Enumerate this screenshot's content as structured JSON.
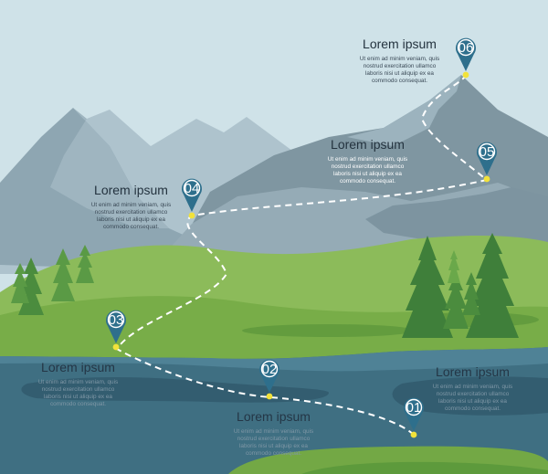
{
  "colors": {
    "sky": "#cfe2e8",
    "mountain_back": "#a9bfca",
    "mountain_mid": "#8fa6b1",
    "mountain_front": "#7c939e",
    "meadow": "#7eb14b",
    "meadow_dark": "#5f9a3d",
    "tree": "#3f7f3a",
    "lake": "#3e6d80",
    "lake_dark": "#2f5a6c",
    "pin": "#2e6f8c",
    "path_dot": "#f2e23a"
  },
  "icons": {
    "pin": "location-pin-icon",
    "tree": "pine-tree-icon"
  },
  "route_points": [
    {
      "label": "01",
      "order": 1
    },
    {
      "label": "02",
      "order": 2
    },
    {
      "label": "03",
      "order": 3
    },
    {
      "label": "04",
      "order": 4
    },
    {
      "label": "05",
      "order": 5
    },
    {
      "label": "06",
      "order": 6
    }
  ],
  "labels": {
    "s1": {
      "title": "Lorem ipsum",
      "body": "Ut enim ad minim veniam, quis\nnostrud exercitation ullamco\nlaboris nisi ut aliquip ex ea\ncommodo consequat."
    },
    "s2": {
      "title": "Lorem ipsum",
      "body": "Ut enim ad minim veniam, quis\nnostrud exercitation ullamco\nlaboris nisi ut aliquip ex ea\ncommodo consequat."
    },
    "s3": {
      "title": "Lorem ipsum",
      "body": "Ut enim ad minim veniam, quis\nnostrud exercitation ullamco\nlaboris nisi ut aliquip ex ea\ncommodo consequat."
    },
    "s4": {
      "title": "Lorem ipsum",
      "body": "Ut enim ad minim veniam, quis\nnostrud exercitation ullamco\nlaboris nisi ut aliquip ex ea\ncommodo consequat."
    },
    "s5": {
      "title": "Lorem ipsum",
      "body": "Ut enim ad minim veniam, quis\nnostrud exercitation ullamco\nlaboris nisi ut aliquip ex ea\ncommodo consequat."
    },
    "s6": {
      "title": "Lorem ipsum",
      "body": "Ut enim ad minim veniam, quis\nnostrud exercitation ullamco\nlaboris nisi ut aliquip ex ea\ncommodo consequat."
    }
  }
}
